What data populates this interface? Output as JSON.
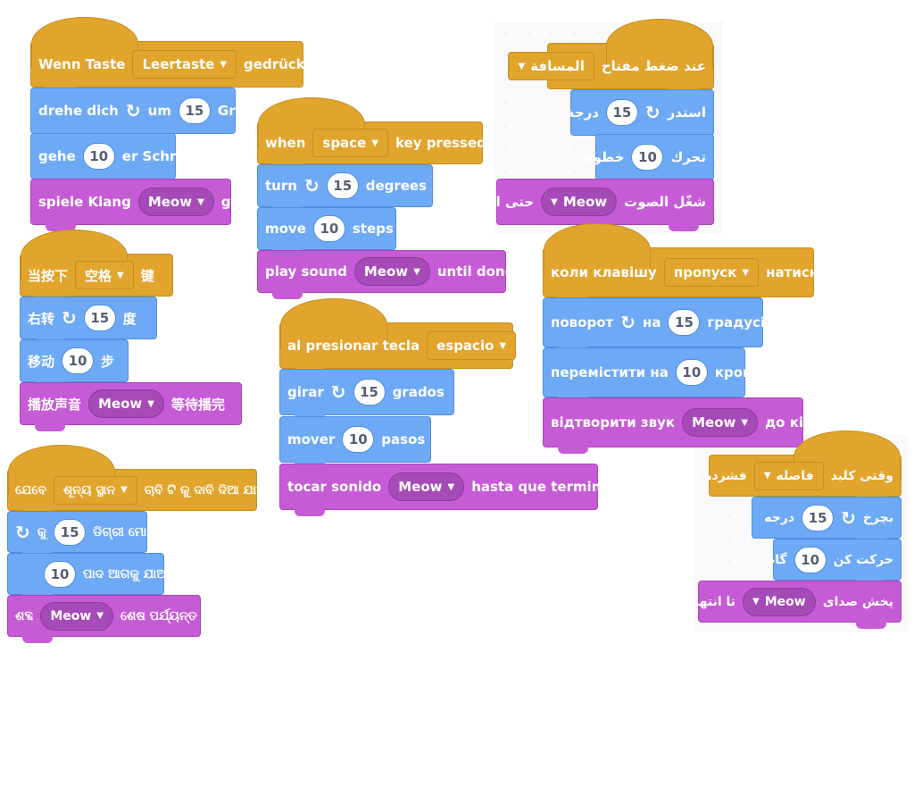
{
  "colors": {
    "events": "#e1a42c",
    "motion": "#6ea9f5",
    "sound": "#c65bd6"
  },
  "icons": {
    "rotate": "↻",
    "caret": "▼"
  },
  "stacks": {
    "de": {
      "hat": {
        "pre": "Wenn Taste",
        "dd": "Leertaste",
        "post": "gedrückt wird"
      },
      "turn": {
        "pre": "drehe dich",
        "mid": "um",
        "val": "15",
        "post": "Grad"
      },
      "move": {
        "pre": "gehe",
        "val": "10",
        "post": "er Schritt"
      },
      "sound": {
        "pre": "spiele Klang",
        "dd": "Meow",
        "post": "ganz"
      }
    },
    "en": {
      "hat": {
        "pre": "when",
        "dd": "space",
        "post": "key pressed"
      },
      "turn": {
        "pre": "turn",
        "val": "15",
        "post": "degrees"
      },
      "move": {
        "pre": "move",
        "val": "10",
        "post": "steps"
      },
      "sound": {
        "pre": "play sound",
        "dd": "Meow",
        "post": "until done"
      }
    },
    "ar": {
      "hat": {
        "pre": "عند ضغط مفتاح",
        "dd": "المسافة"
      },
      "turn": {
        "pre": "استدر",
        "val": "15",
        "post": "درجة"
      },
      "move": {
        "pre": "تحرك",
        "val": "10",
        "post": "خطوة"
      },
      "sound": {
        "pre": "شغّل الصوت",
        "dd": "Meow",
        "post": "حتى انتهاءه"
      }
    },
    "zh": {
      "hat": {
        "pre": "当按下",
        "dd": "空格",
        "post": "键"
      },
      "turn": {
        "pre": "右转",
        "val": "15",
        "post": "度"
      },
      "move": {
        "pre": "移动",
        "val": "10",
        "post": "步"
      },
      "sound": {
        "pre": "播放声音",
        "dd": "Meow",
        "post": "等待播完"
      }
    },
    "es": {
      "hat": {
        "pre": "al presionar tecla",
        "dd": "espacio"
      },
      "turn": {
        "pre": "girar",
        "val": "15",
        "post": "grados"
      },
      "move": {
        "pre": "mover",
        "val": "10",
        "post": "pasos"
      },
      "sound": {
        "pre": "tocar sonido",
        "dd": "Meow",
        "post": "hasta que termine"
      }
    },
    "uk": {
      "hat": {
        "pre": "коли клавішу",
        "dd": "пропуск",
        "post": "натиснуто"
      },
      "turn": {
        "pre": "поворот",
        "mid": "на",
        "val": "15",
        "post": "градусів"
      },
      "move": {
        "pre": "перемістити на",
        "val": "10",
        "post": "кроків"
      },
      "sound": {
        "pre": "відтворити звук",
        "dd": "Meow",
        "post": "до кінця"
      }
    },
    "or": {
      "hat": {
        "pre": "ଯେବେ",
        "dd": "ଶୂନ୍ୟ ସ୍ଥାନ",
        "post": "ଚାବି ଟି କୁ ଦାବି ଦିଆ ଯାଏ"
      },
      "turn": {
        "pre": "କୁ",
        "val": "15",
        "post": "ଡିଗ୍ରୀ ମୋଡ"
      },
      "move": {
        "val": "10",
        "post": "ପାଦ ଆଗକୁ ଯାଅ"
      },
      "sound": {
        "pre": "ଶବ୍ଦ",
        "dd": "Meow",
        "post": "ଶେଷ ପର୍ଯ୍ୟନ୍ତ କର"
      }
    },
    "fa": {
      "hat": {
        "pre": "وقتی کلید",
        "dd": "فاصله",
        "post": "فشرده شد"
      },
      "turn": {
        "pre": "بچرخ",
        "val": "15",
        "post": "درجه"
      },
      "move": {
        "pre": "حرکت کن",
        "val": "10",
        "post": "گام"
      },
      "sound": {
        "pre": "پخش صدای",
        "dd": "Meow",
        "post": "تا انتها"
      }
    }
  }
}
